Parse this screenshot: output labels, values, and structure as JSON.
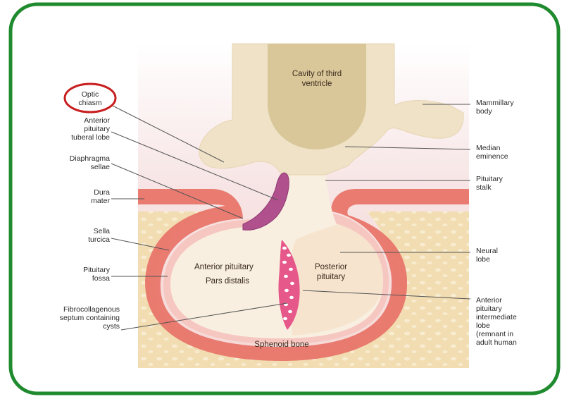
{
  "labels": {
    "cavity": "Cavity of third\nventricle",
    "mammillary": "Mammillary\nbody",
    "median": "Median\neminence",
    "stalk": "Pituitary\nstalk",
    "neural": "Neural\nlobe",
    "intermediate": "Anterior\npituitary\nintermediate\nlobe\n(remnant in\nadult human",
    "optic": "Optic\nchiasm",
    "tuberal": "Anterior\npituitary\ntuberal lobe",
    "diaphragma": "Diaphragma\nsellae",
    "dura": "Dura\nmater",
    "sella": "Sella\nturcica",
    "fossa": "Pituitary\nfossa",
    "septum": "Fibrocollagenous\nseptum containing\ncysts",
    "anterior": "Anterior pituitary",
    "pars": "Pars distalis",
    "posterior": "Posterior\npituitary",
    "sphenoid": "Sphenoid bone"
  },
  "colors": {
    "frame": "#1f8a2e",
    "highlight_circle": "#c81e1e",
    "bone": "#f1dcb0",
    "brain": "#efe0c4",
    "dura": "#e8756a",
    "cyst": "#e6578a",
    "diaphragma": "#b0508d"
  }
}
